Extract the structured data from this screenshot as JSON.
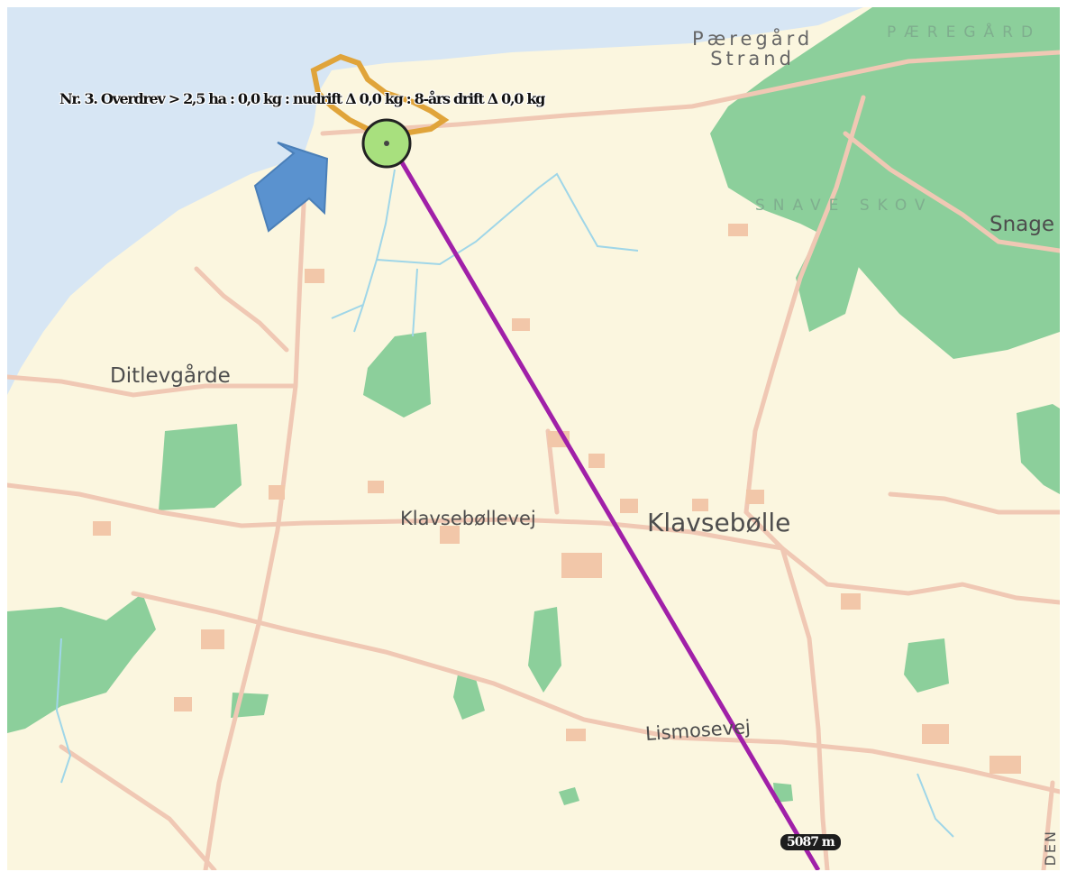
{
  "map": {
    "labels": {
      "paeregard_strand": "Pæregård\nStrand",
      "paeregard": "PÆREGÅRD",
      "snave_skov": "SNAVE SKOV",
      "snage": "Snage",
      "ditlevgarde": "Ditlevgårde",
      "klavsebollevej": "Klavsebøllevej",
      "klavsebolle": "Klavsebølle",
      "lismosevej": "Lismosevej",
      "road_edge": "DEN"
    },
    "annotation": "Nr. 3. Overdrev > 2,5 ha : 0,0 kg : nudrift Δ 0,0 kg : 8-års drift Δ 0,0 kg",
    "distance": "5087 m",
    "colors": {
      "sea": "#d7e6f4",
      "land": "#fbf6df",
      "forest": "#8ccf9b",
      "road": "#f0c8b4",
      "building": "#f2c7a9",
      "stream": "#9fd6e8",
      "measure_line": "#a020a8",
      "arrow": "#5a92cf",
      "marker_fill": "#a8e07e"
    },
    "icons": [
      "arrow-pointer-icon",
      "location-marker-icon"
    ]
  }
}
